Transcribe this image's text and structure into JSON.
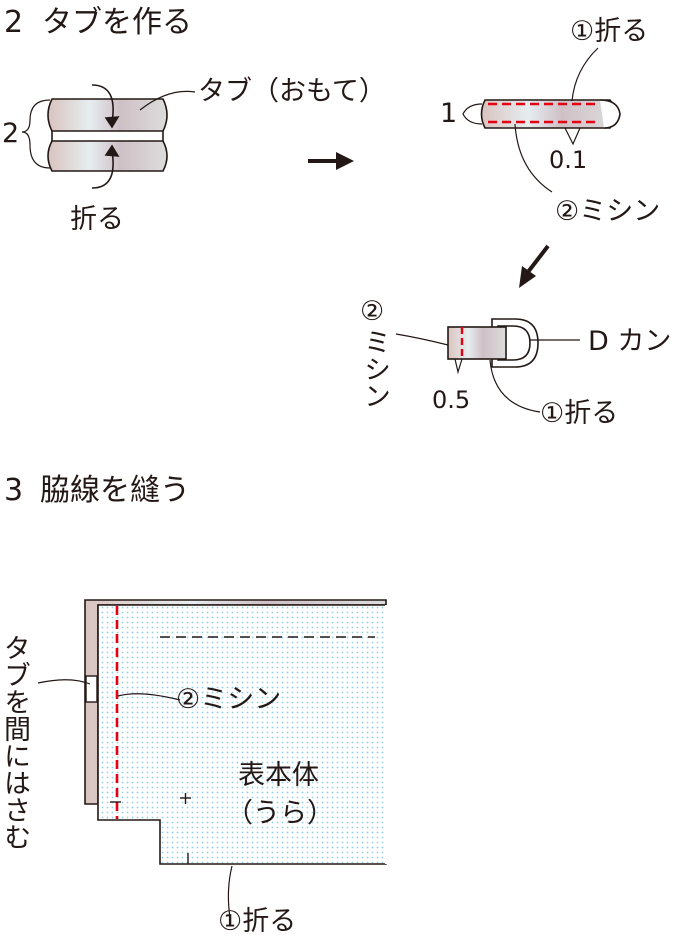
{
  "step2": {
    "number": "2",
    "title": "タブを作る",
    "tab_label": "タブ（おもて）",
    "dim_2": "2",
    "fold": "折る",
    "fold1": "①折る",
    "dim_1": "1",
    "dim_01": "0.1",
    "sew2": "②ミシン",
    "circle2": "②",
    "sew_vertical": "ミシン",
    "dring": "D カン",
    "dim_05": "0.5",
    "fold1b": "①折る"
  },
  "step3": {
    "number": "3",
    "title": "脇線を縫う",
    "tab_vertical": "タブを間にはさむ",
    "sew2": "②ミシン",
    "body_line1": "表本体",
    "body_line2": "（うら）",
    "fold1": "①折る"
  },
  "colors": {
    "stitch": "#e50012",
    "fabric": "#e8d8d4",
    "fabric_blue": "#c5e2ee",
    "dots": "#7cc6e0",
    "line": "#231815"
  }
}
